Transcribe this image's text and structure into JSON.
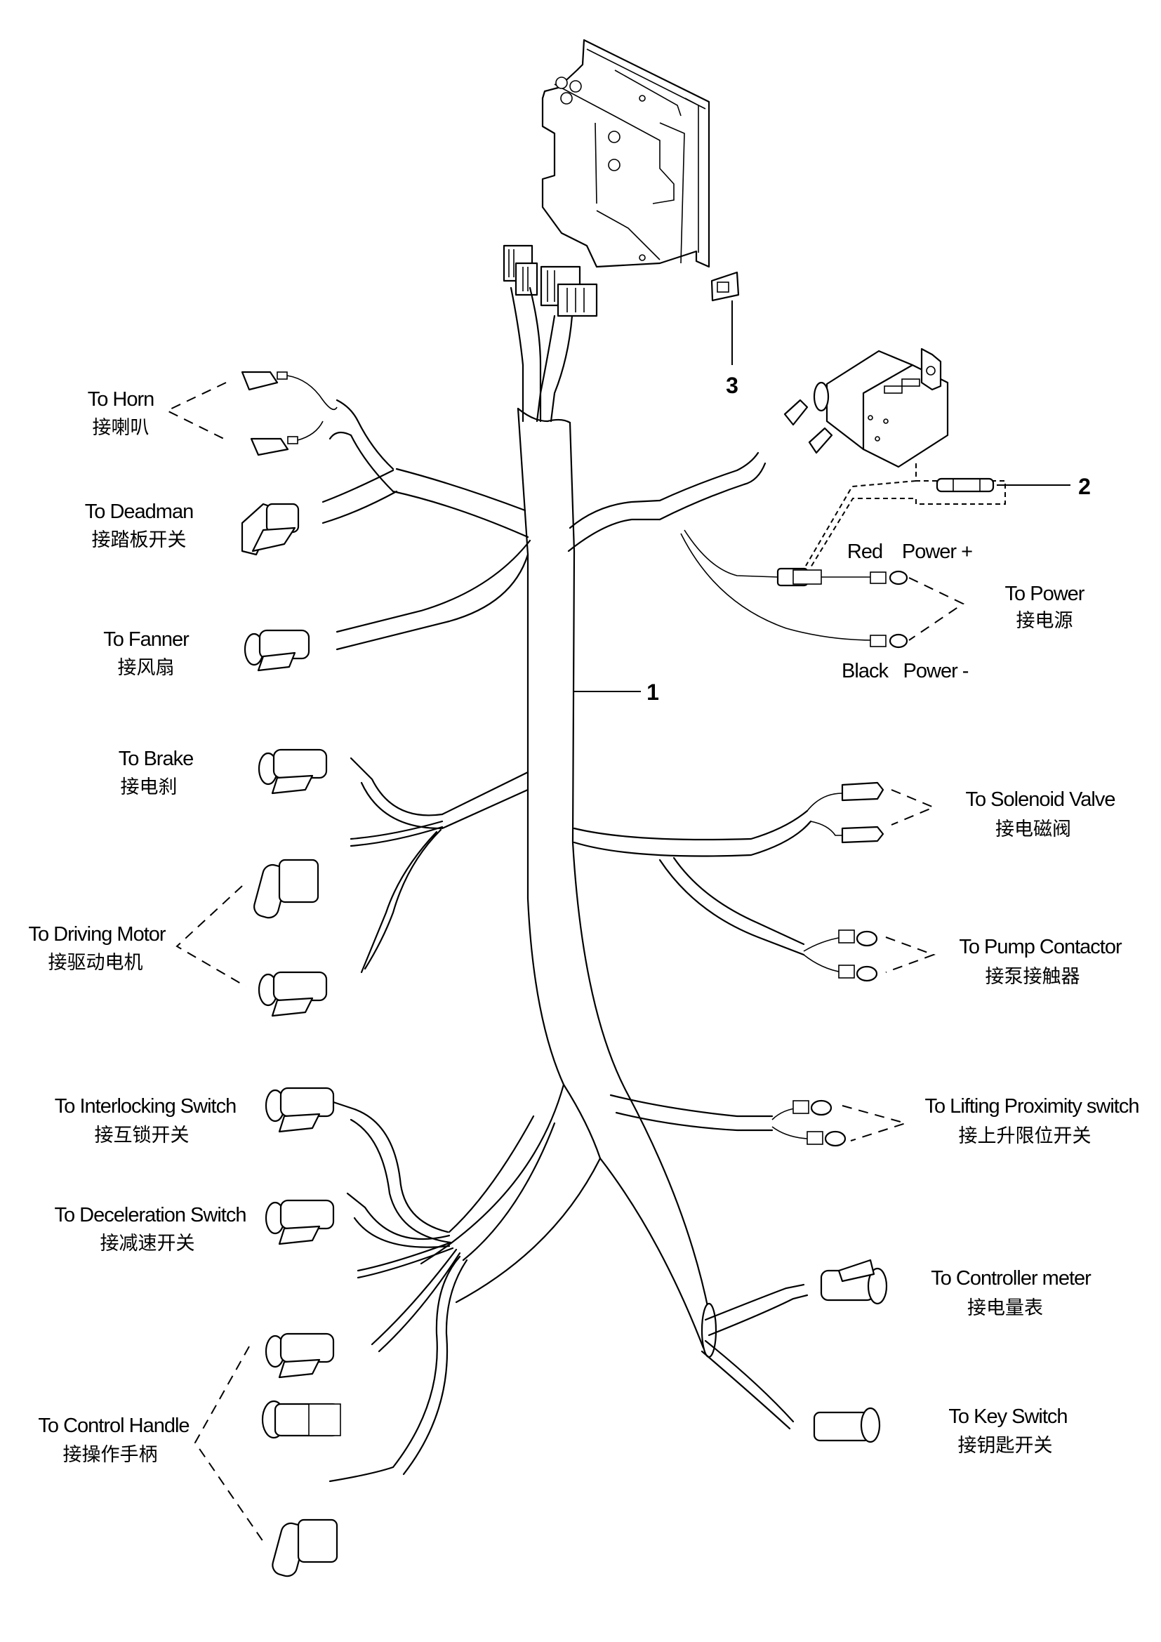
{
  "diagram": {
    "title": "Wiring harness exploded diagram",
    "callouts": {
      "harness": "1",
      "fuse": "2",
      "clip": "3"
    },
    "left_labels": [
      {
        "id": "horn",
        "en": "To Horn",
        "cn": "接喇叭"
      },
      {
        "id": "deadman",
        "en": "To  Deadman",
        "cn": "接踏板开关"
      },
      {
        "id": "fanner",
        "en": "To  Fanner",
        "cn": "接风扇"
      },
      {
        "id": "brake",
        "en": "To  Brake",
        "cn": "接电刹"
      },
      {
        "id": "driving-motor",
        "en": "To Driving Motor",
        "cn": "接驱动电机"
      },
      {
        "id": "interlocking-switch",
        "en": "To Interlocking Switch",
        "cn": "接互锁开关"
      },
      {
        "id": "deceleration-switch",
        "en": "To Deceleration Switch",
        "cn": "接减速开关"
      },
      {
        "id": "control-handle",
        "en": "To Control Handle",
        "cn": "接操作手柄"
      }
    ],
    "right_labels": [
      {
        "id": "power",
        "en": "To Power",
        "cn": "接电源"
      },
      {
        "id": "solenoid-valve",
        "en": "To Solenoid Valve",
        "cn": "接电磁阀"
      },
      {
        "id": "pump-contactor",
        "en": "To Pump Contactor",
        "cn": "接泵接触器"
      },
      {
        "id": "lifting-proximity-switch",
        "en": "To  Lifting Proximity switch",
        "cn": "接上升限位开关"
      },
      {
        "id": "controller-meter",
        "en": "To Controller meter",
        "cn": "接电量表"
      },
      {
        "id": "key-switch",
        "en": "To Key Switch",
        "cn": "接钥匙开关"
      }
    ],
    "power_leads": {
      "positive_color": "Red",
      "positive_label": "Power +",
      "negative_color": "Black",
      "negative_label": "Power -"
    }
  }
}
